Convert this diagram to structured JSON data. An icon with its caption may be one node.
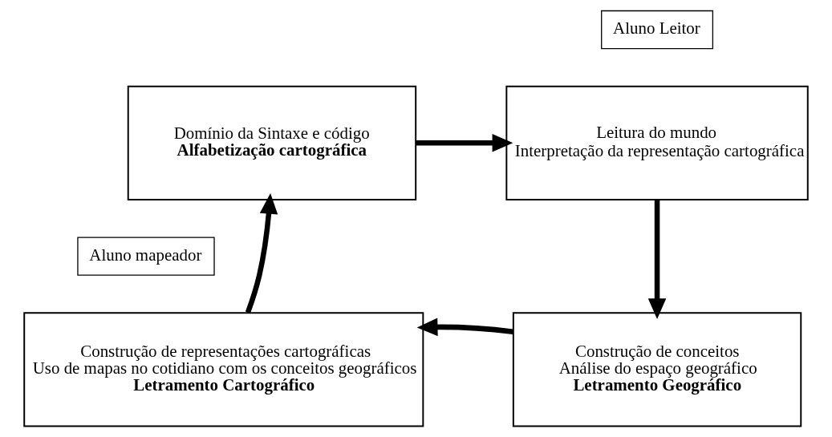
{
  "diagram": {
    "nodes": [
      {
        "text": [
          "Domínio da Sintaxe e código",
          "Alfabetização cartográfica"
        ]
      },
      {
        "text": [
          "Aluno Leitor"
        ]
      },
      {
        "text": [
          "Leitura do mundo",
          "Interpretação da representação cartográfica"
        ]
      },
      {
        "text": [
          "Construção de conceitos",
          "Análise do espaço geográfico",
          "Letramento Geográfico"
        ]
      },
      {
        "text": [
          "Aluno mapeador"
        ]
      },
      {
        "text": [
          "Construção de representações cartográficas",
          "Uso de mapas no cotidiano com os conceitos geográficos",
          "Letramento Cartográfico"
        ]
      }
    ],
    "edges": [
      {
        "from": 0,
        "to": 2,
        "arrow": "to"
      },
      {
        "from": 2,
        "to": 3,
        "arrow": "to"
      },
      {
        "from": 3,
        "to": 5,
        "arrow": "to"
      },
      {
        "from": 5,
        "to": 0,
        "arrow": "to"
      }
    ]
  }
}
